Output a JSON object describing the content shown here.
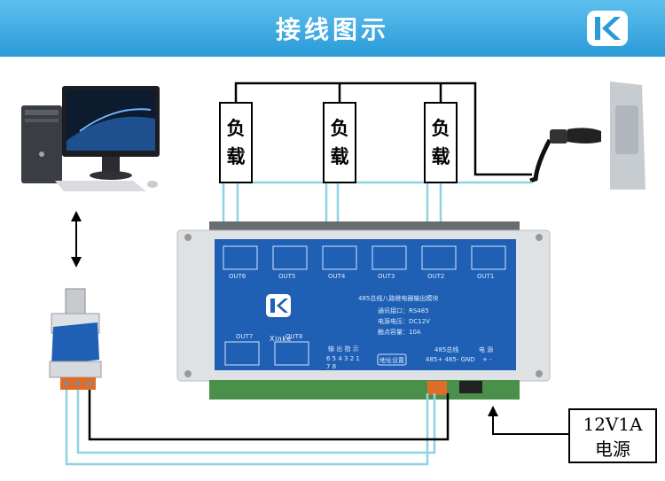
{
  "header": {
    "title": "接线图示",
    "logo_icon": "xinke-k-logo-icon"
  },
  "loads": [
    {
      "line1": "负",
      "line2": "载"
    },
    {
      "line1": "负",
      "line2": "载"
    },
    {
      "line1": "负",
      "line2": "载"
    }
  ],
  "power_supply": {
    "line1": "12V1A",
    "line2": "电源"
  },
  "module": {
    "brand": "Xinke",
    "outputs_top": [
      "OUT6",
      "OUT5",
      "OUT4",
      "OUT3",
      "OUT2",
      "OUT1"
    ],
    "outputs_bottom": [
      "OUT7",
      "OUT8"
    ],
    "product_name": "485总线八路继电器输出模块",
    "spec_lines": [
      "通讯接口：RS485",
      "电源电压：DC12V",
      "触点容量：10A"
    ],
    "output_indicator_label": "输 出 指 示",
    "indicator_numbers": "6 5 4 3 2 1",
    "indicator_numbers_2": "7 8",
    "address_button_label": "地址设置",
    "bus_label": "485总线",
    "bus_pins": "485+ 485- GND",
    "power_label": "电  源",
    "power_pins": "+    -"
  },
  "colors": {
    "header_bg": "#2a9ad8",
    "module_bg": "#1f5fb4",
    "cable_blue": "#8fd3e3",
    "wire_black": "#000000"
  }
}
